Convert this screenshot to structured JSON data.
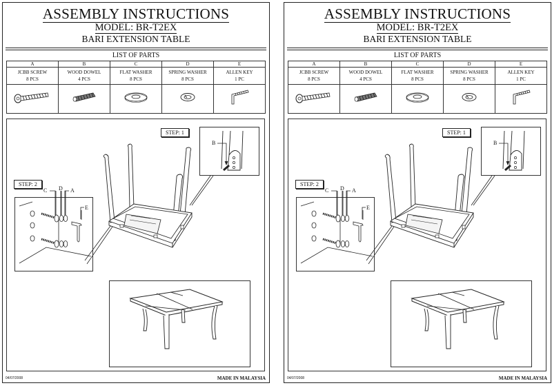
{
  "pages": [
    {
      "title": "ASSEMBLY INSTRUCTIONS",
      "model": "MODEL: BR-T2EX",
      "subtitle": "BARI EXTENSION TABLE",
      "parts_header": "LIST OF PARTS",
      "parts": [
        {
          "letter": "A",
          "name": "JCBB SCREW",
          "qty": "8 PCS",
          "icon": "screw-icon"
        },
        {
          "letter": "B",
          "name": "WOOD DOWEL",
          "qty": "4 PCS",
          "icon": "dowel-icon"
        },
        {
          "letter": "C",
          "name": "FLAT WASHER",
          "qty": "8 PCS",
          "icon": "flat-washer-icon"
        },
        {
          "letter": "D",
          "name": "SPRING WASHER",
          "qty": "8 PCS",
          "icon": "spring-washer-icon"
        },
        {
          "letter": "E",
          "name": "ALLEN KEY",
          "qty": "1 PC",
          "icon": "allen-key-icon"
        }
      ],
      "step1_label": "STEP: 1",
      "step2_label": "STEP: 2",
      "callouts": {
        "b": "B",
        "c": "C",
        "d": "D",
        "a": "A",
        "e": "E"
      },
      "footer_code": "04/07/2008",
      "footer_origin": "MADE IN MALAYSIA"
    },
    {
      "title": "ASSEMBLY INSTRUCTIONS",
      "model": "MODEL: BR-T2EX",
      "subtitle": "BARI EXTENSION TABLE",
      "parts_header": "LIST OF PARTS",
      "parts": [
        {
          "letter": "A",
          "name": "JCBB SCREW",
          "qty": "8 PCS",
          "icon": "screw-icon"
        },
        {
          "letter": "B",
          "name": "WOOD DOWEL",
          "qty": "4 PCS",
          "icon": "dowel-icon"
        },
        {
          "letter": "C",
          "name": "FLAT WASHER",
          "qty": "8 PCS",
          "icon": "flat-washer-icon"
        },
        {
          "letter": "D",
          "name": "SPRING WASHER",
          "qty": "8 PCS",
          "icon": "spring-washer-icon"
        },
        {
          "letter": "E",
          "name": "ALLEN KEY",
          "qty": "1 PC",
          "icon": "allen-key-icon"
        }
      ],
      "step1_label": "STEP: 1",
      "step2_label": "STEP: 2",
      "callouts": {
        "b": "B",
        "c": "C",
        "d": "D",
        "a": "A",
        "e": "E"
      },
      "footer_code": "04/07/2008",
      "footer_origin": "MADE IN MALAYSIA"
    }
  ]
}
